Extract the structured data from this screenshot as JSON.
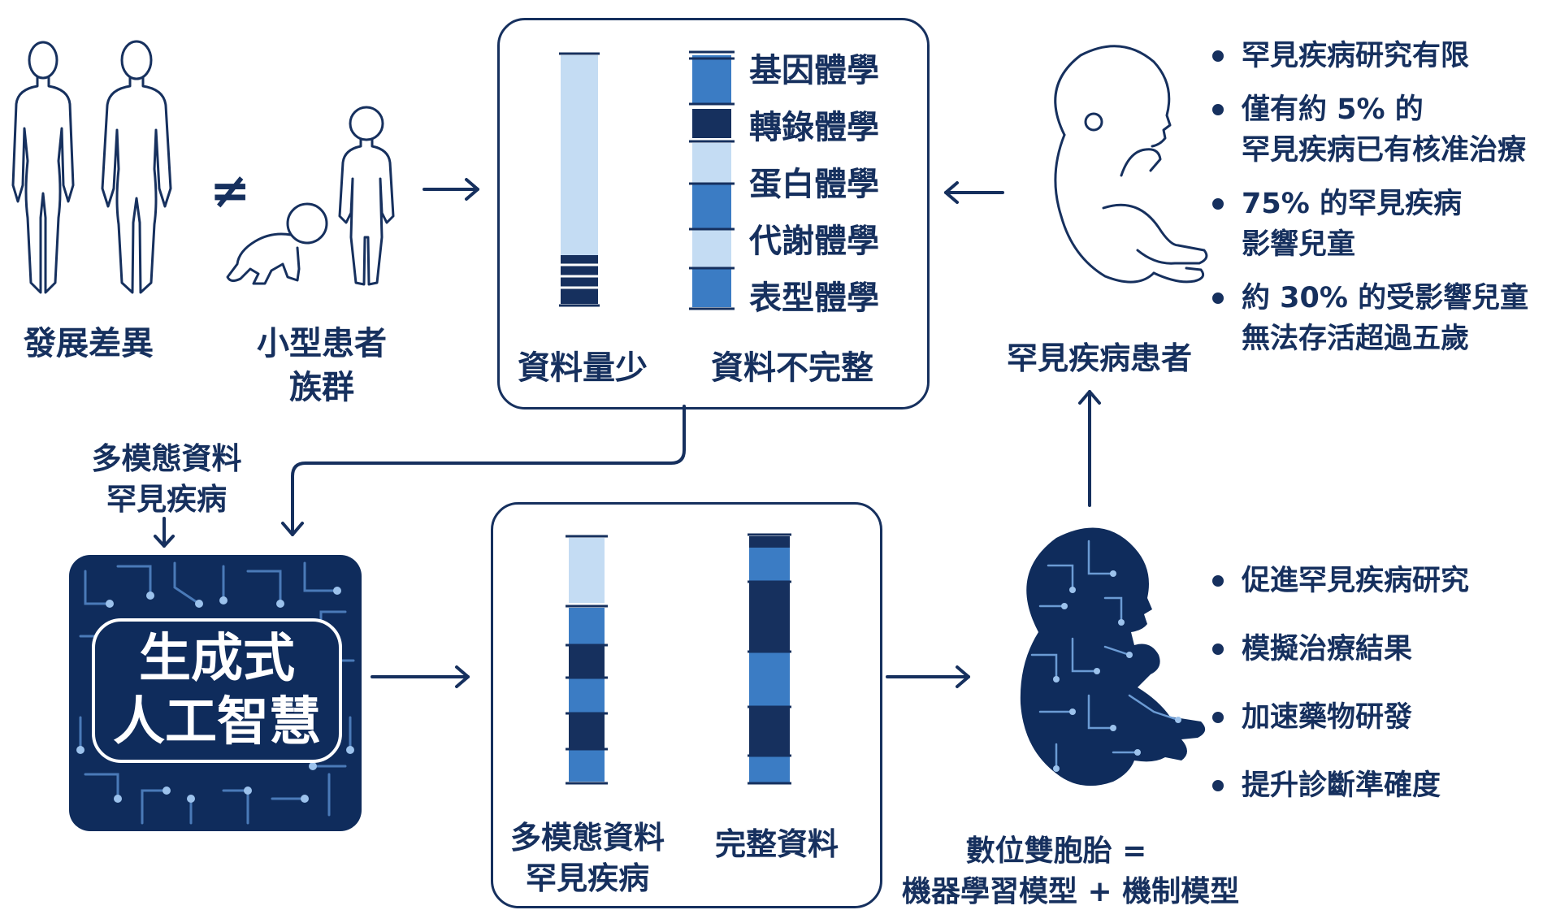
{
  "left": {
    "developmental_label": "發展差異",
    "not_equal": "≠",
    "small_population_line1": "小型患者",
    "small_population_line2": "族群"
  },
  "top_box": {
    "col1_label": "資料量少",
    "col2_label": "資料不完整",
    "omics": [
      "基因體學",
      "轉錄體學",
      "蛋白體學",
      "代謝體學",
      "表型體學"
    ]
  },
  "patient": {
    "label": "罕見疾病患者"
  },
  "facts": [
    {
      "lines": [
        "罕見疾病研究有限"
      ]
    },
    {
      "lines": [
        "僅有約 5% 的",
        "罕見疾病已有核准治療"
      ]
    },
    {
      "lines": [
        "75% 的罕見疾病",
        "影響兒童"
      ]
    },
    {
      "lines": [
        "約 30% 的受影響兒童",
        "無法存活超過五歲"
      ]
    }
  ],
  "input": {
    "line1": "多模態資料",
    "line2": "罕見疾病"
  },
  "ai": {
    "line1": "生成式",
    "line2": "人工智慧"
  },
  "bottom_box": {
    "col1_line1": "多模態資料",
    "col1_line2": "罕見疾病",
    "col2_label": "完整資料"
  },
  "twin": {
    "line1": "數位雙胞胎 =",
    "line2": "機器學習模型 + 機制模型"
  },
  "benefits": [
    "促進罕見疾病研究",
    "模擬治療結果",
    "加速藥物研發",
    "提升診斷準確度"
  ],
  "colors": {
    "navy": "#16305e",
    "mid_blue": "#3b7cc4",
    "light_blue": "#c4dcf3"
  }
}
